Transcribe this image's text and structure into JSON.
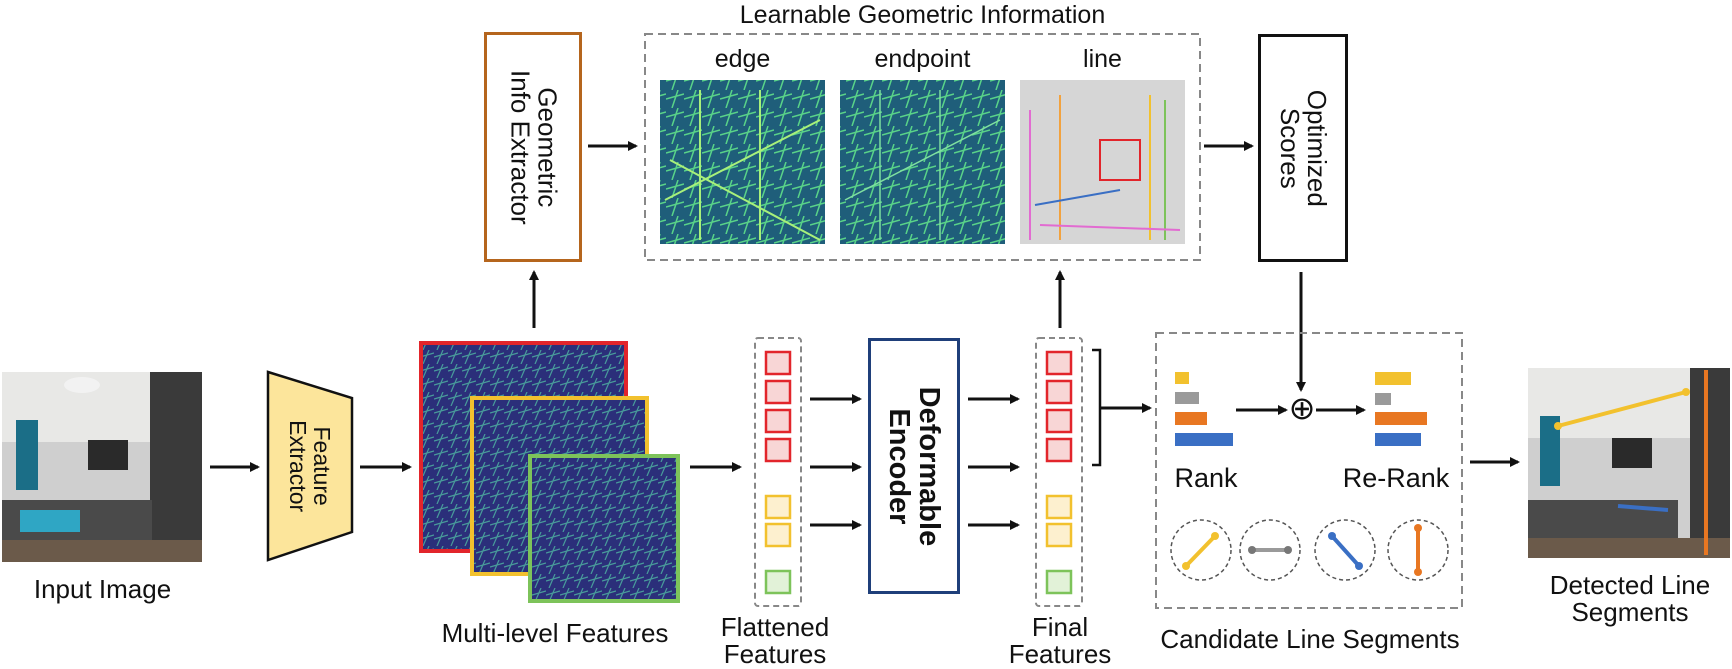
{
  "title": "Learnable Geometric Information",
  "geo_maps": {
    "edge": "edge",
    "endpoint": "endpoint",
    "line": "line"
  },
  "boxes": {
    "geometric_extractor": [
      "Geometric",
      "Info Extractor"
    ],
    "optimized_scores": [
      "Optimized",
      "Scores"
    ],
    "feature_extractor": [
      "Feature",
      "Extractor"
    ],
    "deformable_encoder": [
      "Deformable",
      "Encoder"
    ]
  },
  "labels": {
    "input_image": "Input Image",
    "multi_level": "Multi-level Features",
    "flattened": [
      "Flattened",
      "Features"
    ],
    "final": [
      "Final",
      "Features"
    ],
    "candidate": "Candidate Line Segments",
    "detected": [
      "Detected Line",
      "Segments"
    ],
    "rank": "Rank",
    "rerank": "Re-Rank",
    "oplus": "⊕"
  },
  "colors": {
    "extractor_border": "#b5651d",
    "encoder_border": "#1f3f7a",
    "feature_fill": "#fce59b",
    "red": "#e2252b",
    "yellow": "#f2c12e",
    "green": "#7dc35a",
    "blue": "#3a6fc4",
    "orange": "#e87722",
    "gray": "#9a9a9a"
  }
}
